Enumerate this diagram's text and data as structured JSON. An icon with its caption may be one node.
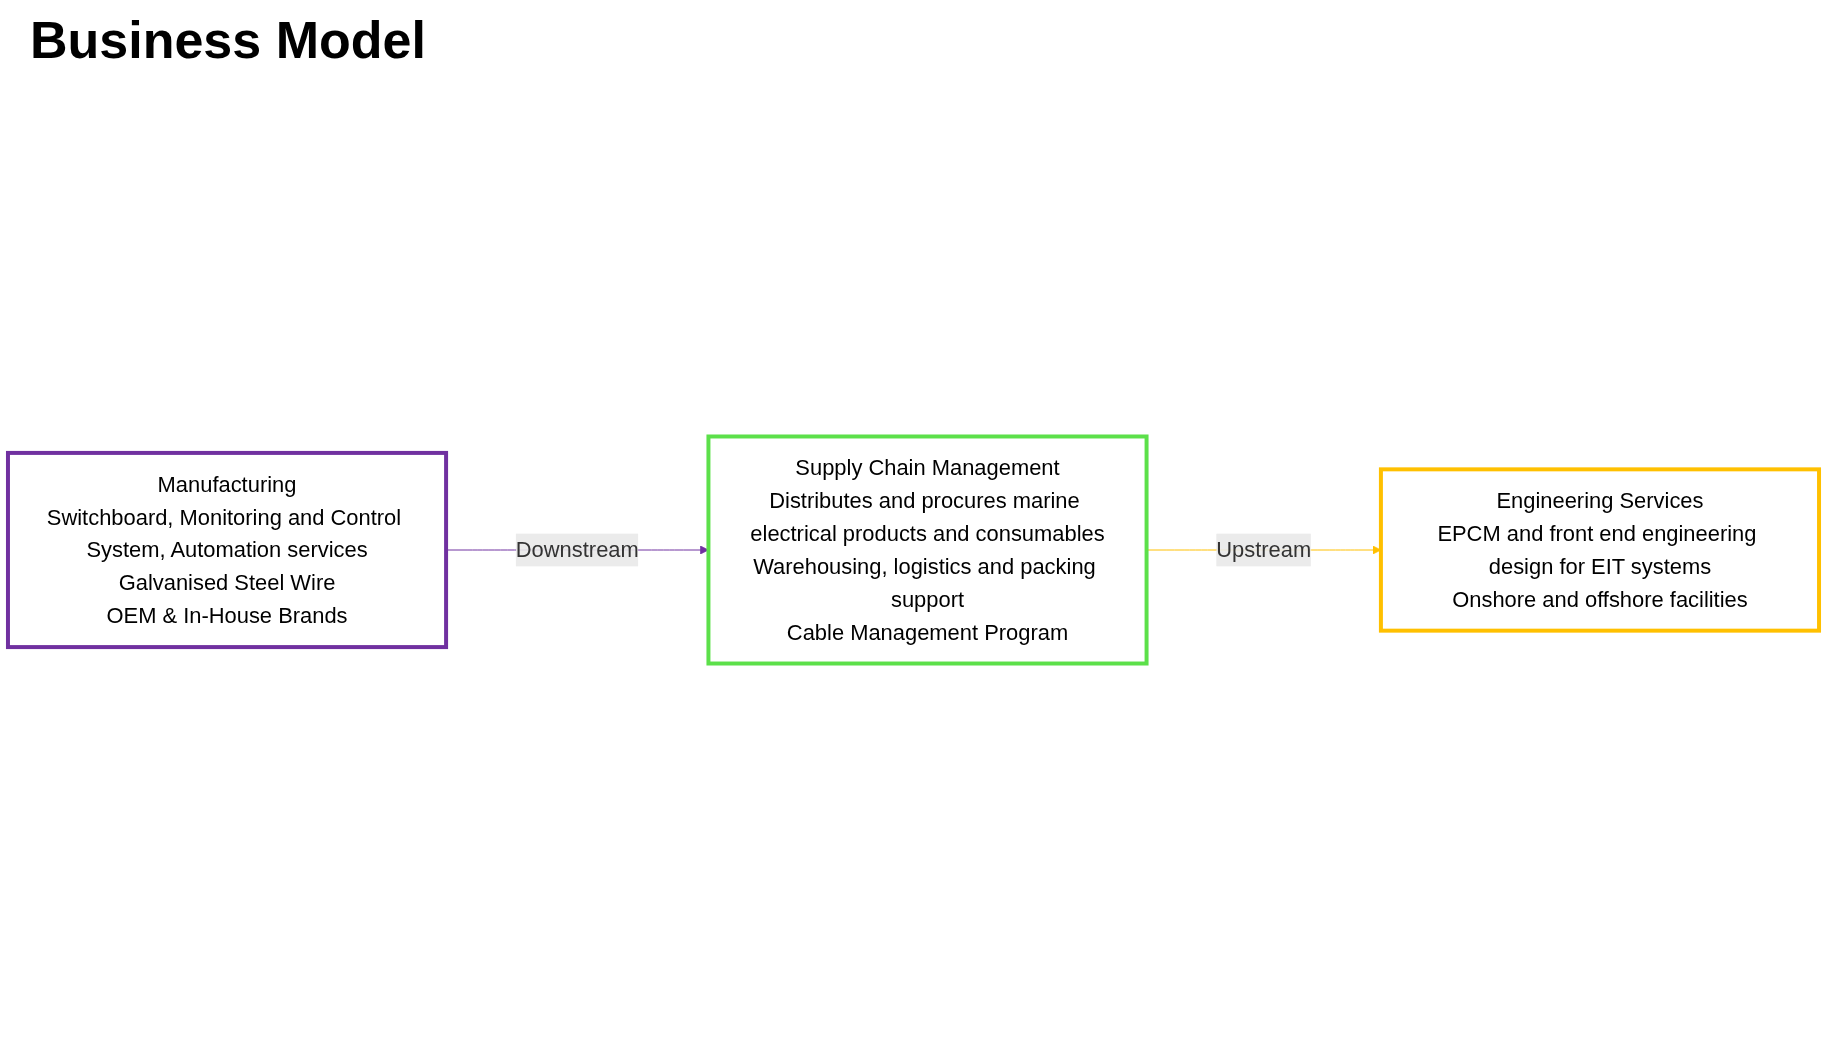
{
  "diagram": {
    "title": "Business Model",
    "nodes": [
      {
        "text": [
          "Manufacturing",
          "Switchboard, Monitoring and Control System, Automation services",
          "Galvanised Steel Wire",
          "OEM & In-House Brands"
        ]
      },
      {
        "text": [
          "Supply Chain Management",
          "Distributes and procures marine electrical products and consumables",
          "Warehousing, logistics and packing support",
          "Cable Management Program"
        ]
      },
      {
        "text": [
          "Engineering Services",
          "EPCM and front end engineering design for EIT systems",
          "Onshore and offshore facilities"
        ]
      }
    ],
    "edges": [
      {
        "from": 0,
        "to": 1,
        "arrow": "to",
        "label": "Downstream",
        "color": "#7030a0"
      },
      {
        "from": 1,
        "to": 2,
        "arrow": "to",
        "label": "Upstream",
        "color": "#ffc000"
      }
    ]
  }
}
